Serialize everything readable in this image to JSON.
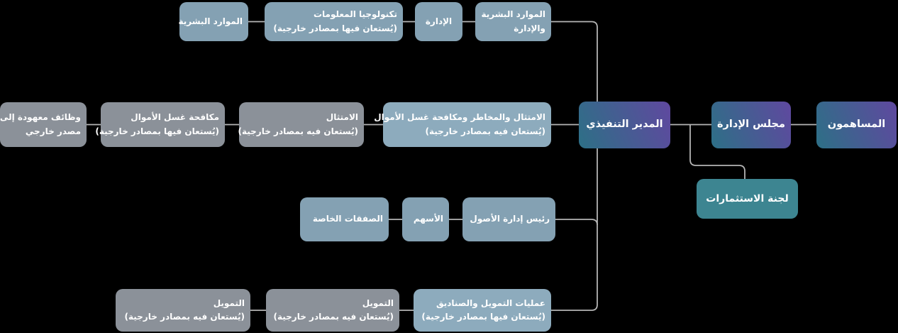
{
  "diagram": {
    "type": "org-chart",
    "direction": "rtl",
    "background": "#000000",
    "palette": {
      "blue_box": "#84a1b3",
      "light_blue_box": "#8dabbd",
      "gray_box": "#8b9199",
      "teal_box": "#3d8591",
      "gradient_box_start": "#2d7086",
      "gradient_box_end": "#5d4a9e",
      "connector_line": "#b5b5b5",
      "text": "#ffffff"
    },
    "nodes": {
      "hr": {
        "lines": [
          "الموارد البشرية"
        ]
      },
      "it": {
        "lines": [
          "تكنولوجيا المعلومات",
          "(يُستعان فيها بمصادر خارجية)"
        ]
      },
      "admin": {
        "lines": [
          "الإدارة"
        ]
      },
      "hr_admin": {
        "lines": [
          "الموارد البشرية",
          "والإدارة"
        ]
      },
      "outsourced_functions": {
        "lines": [
          "وظائف معهودة إلى",
          "مصدر خارجي"
        ]
      },
      "aml": {
        "lines": [
          "مكافحة غسل الأموال",
          "(يُستعان فيها بمصادر خارجية)"
        ]
      },
      "compliance": {
        "lines": [
          "الامتثال",
          "(يُستعان فيه بمصادر خارجية)"
        ]
      },
      "compliance_risk_aml": {
        "lines": [
          "الامتثال والمخاطر ومكافحة غسل الأموال",
          "(يُستعان فيه بمصادر خارجية)"
        ]
      },
      "ceo": {
        "lines": [
          "المدير التنفيذي"
        ]
      },
      "board": {
        "lines": [
          "مجلس الإدارة"
        ]
      },
      "shareholders": {
        "lines": [
          "المساهمون"
        ]
      },
      "investment_committee": {
        "lines": [
          "لجنة الاستثمارات"
        ]
      },
      "private_deals": {
        "lines": [
          "الصفقات الخاصة"
        ]
      },
      "equities": {
        "lines": [
          "الأسهم"
        ]
      },
      "asset_mgmt_head": {
        "lines": [
          "رئيس إدارة الأصول"
        ]
      },
      "funding_left": {
        "lines": [
          "التمويل",
          "(يُستعان فيه بمصادر خارجية)"
        ]
      },
      "funding_mid": {
        "lines": [
          "التمويل",
          "(يُستعان فيه بمصادر خارجية)"
        ]
      },
      "funding_ops": {
        "lines": [
          "عمليات التمويل والصناديق",
          "(يُستعان فيها بمصادر خارجية)"
        ]
      }
    },
    "edges": [
      {
        "from": "hr",
        "to": "it"
      },
      {
        "from": "it",
        "to": "admin"
      },
      {
        "from": "admin",
        "to": "hr_admin"
      },
      {
        "from": "hr_admin",
        "to": "ceo"
      },
      {
        "from": "outsourced_functions",
        "to": "aml"
      },
      {
        "from": "aml",
        "to": "compliance"
      },
      {
        "from": "compliance",
        "to": "compliance_risk_aml"
      },
      {
        "from": "compliance_risk_aml",
        "to": "ceo"
      },
      {
        "from": "ceo",
        "to": "board"
      },
      {
        "from": "board",
        "to": "shareholders"
      },
      {
        "from": "board",
        "to": "investment_committee"
      },
      {
        "from": "ceo",
        "to": "asset_mgmt_head"
      },
      {
        "from": "asset_mgmt_head",
        "to": "equities"
      },
      {
        "from": "equities",
        "to": "private_deals"
      },
      {
        "from": "ceo",
        "to": "funding_ops"
      },
      {
        "from": "funding_ops",
        "to": "funding_mid"
      },
      {
        "from": "funding_mid",
        "to": "funding_left"
      }
    ]
  }
}
